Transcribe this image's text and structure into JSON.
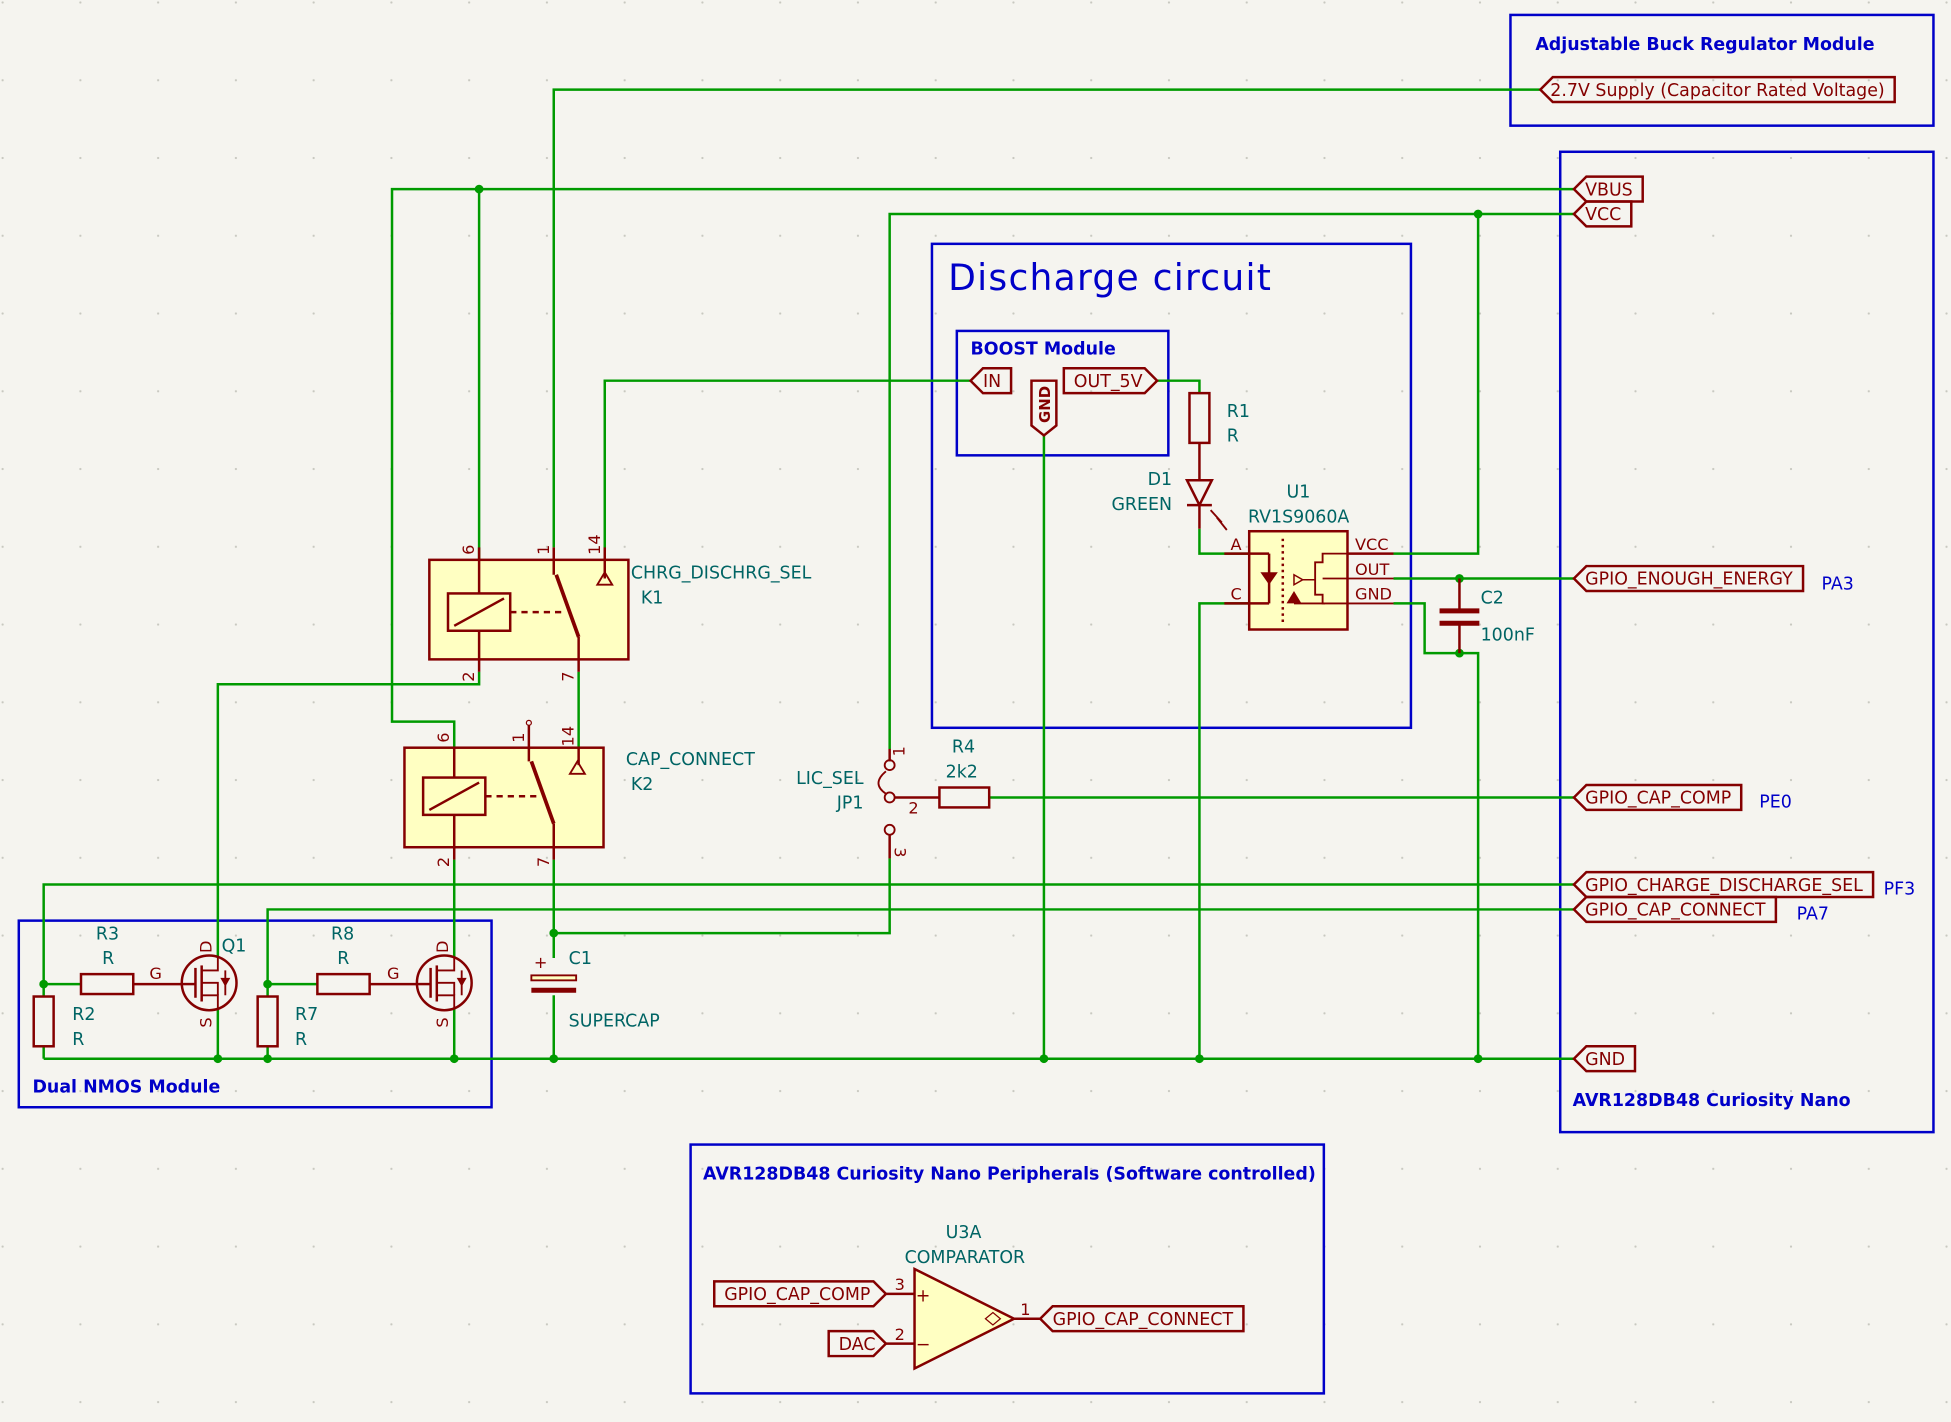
{
  "colors": {
    "background": "#f5f4ef",
    "wire": "#009a00",
    "symbol": "#840000",
    "symbol_fill": "#ffffc2",
    "reference_text": "#006464",
    "sheet_text": "#0000c8"
  },
  "buck_module": {
    "title": "Adjustable Buck Regulator Module",
    "label": "2.7V Supply (Capacitor Rated Voltage)"
  },
  "nano": {
    "title": "AVR128DB48 Curiosity Nano",
    "labels": [
      {
        "name": "VBUS",
        "pin": ""
      },
      {
        "name": "VCC",
        "pin": ""
      },
      {
        "name": "GPIO_ENOUGH_ENERGY",
        "pin": "PA3"
      },
      {
        "name": "GPIO_CAP_COMP",
        "pin": "PE0"
      },
      {
        "name": "GPIO_CHARGE_DISCHARGE_SEL",
        "pin": "PF3"
      },
      {
        "name": "GPIO_CAP_CONNECT",
        "pin": "PA7"
      },
      {
        "name": "GND",
        "pin": ""
      }
    ]
  },
  "discharge": {
    "title": "Discharge circuit",
    "boost": {
      "title": "BOOST Module",
      "in": "IN",
      "out": "OUT_5V",
      "gnd": "GND"
    },
    "r1": {
      "ref": "R1",
      "value": "R"
    },
    "d1": {
      "ref": "D1",
      "value": "GREEN"
    },
    "u1": {
      "ref": "U1",
      "value": "RV1S9060A",
      "pins": {
        "a": "A",
        "c": "C",
        "vcc": "VCC",
        "out": "OUT",
        "gnd": "GND"
      }
    }
  },
  "c2": {
    "ref": "C2",
    "value": "100nF"
  },
  "k1": {
    "ref": "K1",
    "value": "CHRG_DISCHRG_SEL",
    "pins": {
      "p6": "6",
      "p1": "1",
      "p14": "14",
      "p2": "2",
      "p7": "7"
    }
  },
  "k2": {
    "ref": "K2",
    "value": "CAP_CONNECT",
    "pins": {
      "p6": "6",
      "p1": "1",
      "p14": "14",
      "p2": "2",
      "p7": "7"
    }
  },
  "jp1": {
    "ref": "JP1",
    "value": "LIC_SEL",
    "pins": {
      "p1": "1",
      "p2": "2",
      "p3": "3"
    }
  },
  "r4": {
    "ref": "R4",
    "value": "2k2"
  },
  "c1": {
    "ref": "C1",
    "value": "SUPERCAP",
    "plus": "+"
  },
  "nmos_module": {
    "title": "Dual NMOS Module",
    "r3": {
      "ref": "R3",
      "value": "R"
    },
    "r2": {
      "ref": "R2",
      "value": "R"
    },
    "q1": {
      "ref": "Q1",
      "g": "G",
      "d": "D",
      "s": "S"
    },
    "r8": {
      "ref": "R8",
      "value": "R"
    },
    "r7": {
      "ref": "R7",
      "value": "R"
    },
    "q2": {
      "g": "G",
      "d": "D",
      "s": "S"
    }
  },
  "peripherals": {
    "title": "AVR128DB48 Curiosity Nano Peripherals (Software controlled)",
    "u3a": {
      "ref": "U3A",
      "value": "COMPARATOR",
      "pin_plus": "3",
      "pin_minus": "2",
      "pin_out": "1",
      "plus": "+",
      "minus": "−"
    },
    "labels": {
      "in_plus": "GPIO_CAP_COMP",
      "in_minus": "DAC",
      "out": "GPIO_CAP_CONNECT"
    }
  }
}
